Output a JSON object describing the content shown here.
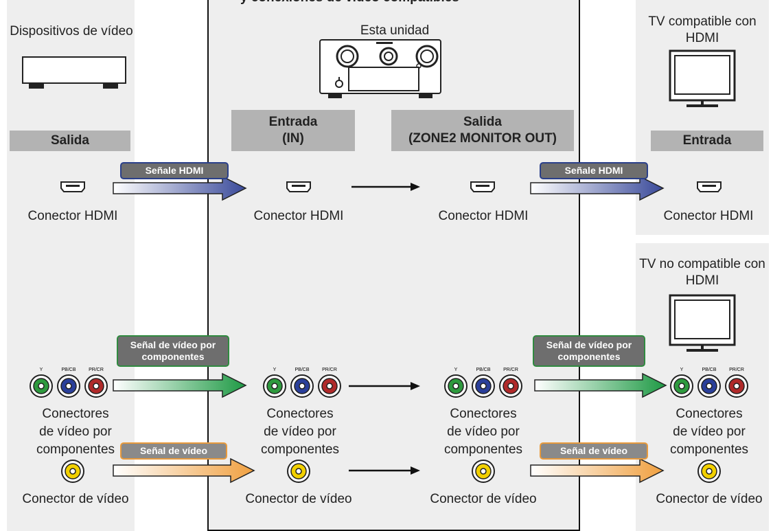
{
  "header": {
    "top_title": "y conexiones de video compatibles"
  },
  "source": {
    "title": "Dispositivos de vídeo",
    "label": "Salida"
  },
  "unit": {
    "title": "Esta unidad",
    "input_label": "Entrada\n(IN)",
    "output_label": "Salida\n(ZONE2 MONITOR OUT)"
  },
  "tv_hdmi": {
    "title": "TV compatible con HDMI",
    "label": "Entrada"
  },
  "tv_nohdmi": {
    "title": "TV no compatible con HDMI"
  },
  "captions": {
    "hdmi_connector": "Conector HDMI",
    "component_connectors": "Conectores\nde vídeo por\ncomponentes",
    "video_connector": "Conector de vídeo"
  },
  "signals": {
    "hdmi": "Señale HDMI",
    "component": "Señal de vídeo por componentes",
    "video": "Señal de vídeo"
  },
  "jack_labels": {
    "y": "Y",
    "pb": "PB/CB",
    "pr": "PR/CR"
  },
  "colors": {
    "panel": "#eeeeee",
    "label_gray": "#b3b3b3",
    "hdmi_arrow": "#3a4a9a",
    "component_arrow": "#1f9a45",
    "video_arrow": "#f0a040",
    "jack_green": "#2e9a3e",
    "jack_blue": "#2a3f9a",
    "jack_red": "#b02a2a",
    "jack_yellow": "#f2d000"
  }
}
